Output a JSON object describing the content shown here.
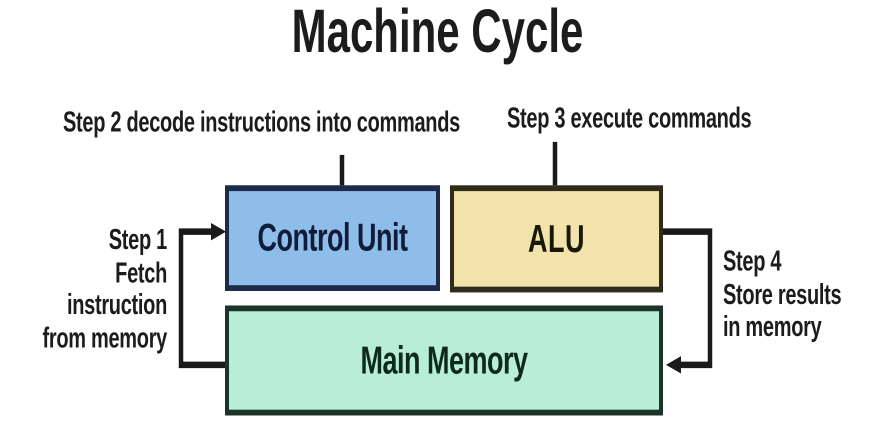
{
  "title": "Machine Cycle",
  "labels": {
    "step2": "Step 2 decode instructions into commands",
    "step3": "Step 3 execute commands",
    "step1": "Step 1\nFetch\ninstruction\nfrom memory",
    "step4": "Step 4\nStore results\nin memory"
  },
  "boxes": {
    "control_unit": "Control Unit",
    "alu": "ALU",
    "main_memory": "Main Memory"
  },
  "colors": {
    "background": "#ffffff",
    "text": "#1c1c1c",
    "line": "#1a1a1a",
    "control-fill": "#8fbde9",
    "control-border": "#1d2b4a",
    "control-text": "#101c3a",
    "alu-fill": "#f2e3ac",
    "alu-border": "#2e2c1a",
    "alu-text": "#191708",
    "memory-fill": "#b8eed5",
    "memory-border": "#1c332a",
    "memory-text": "#0e2a1c"
  }
}
